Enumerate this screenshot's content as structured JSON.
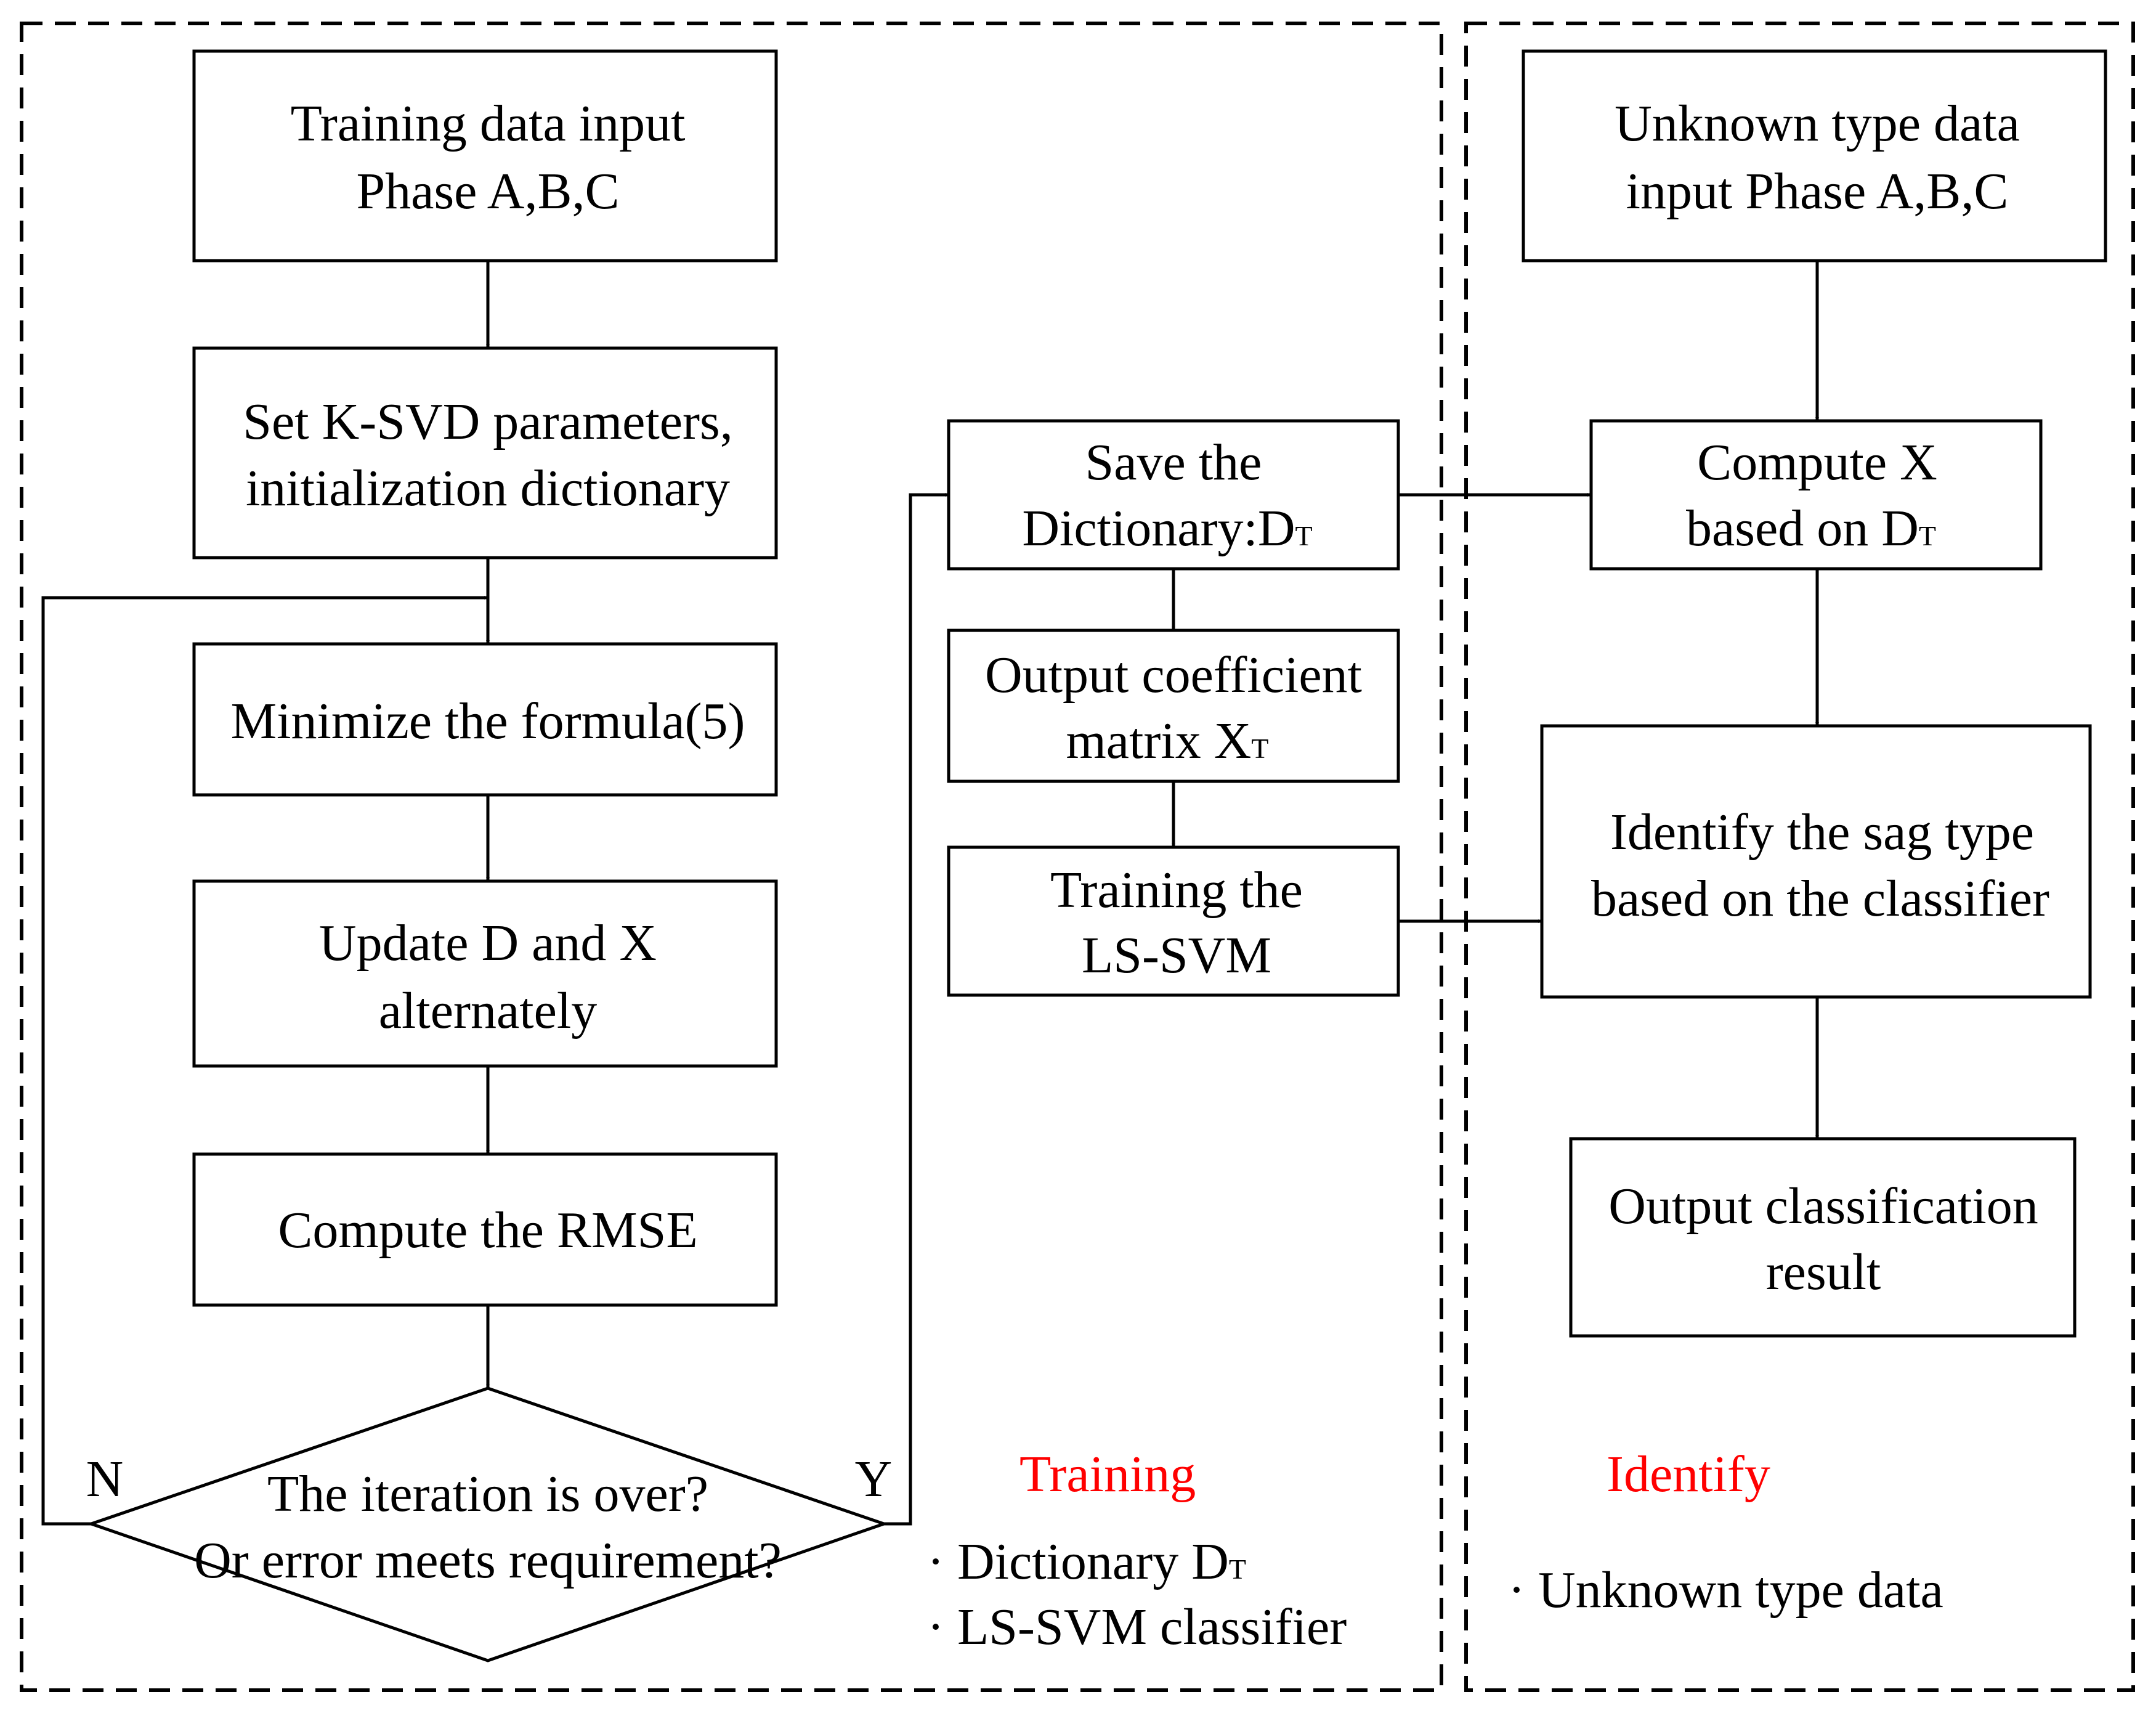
{
  "training_panel": {
    "steps": {
      "data_input": [
        "Training  data input",
        "Phase A,B,C"
      ],
      "ksvd_params": [
        "Set K-SVD parameters,",
        "initialization  dictionary"
      ],
      "minimize": [
        "Minimize the formula(5)"
      ],
      "update": [
        "Update D and X",
        "alternately"
      ],
      "rmse": [
        "Compute the RMSE"
      ],
      "decision": [
        "The iteration is over?",
        "Or error meets requirement?"
      ],
      "decision_no": "N",
      "decision_yes": "Y",
      "save_dictionary": [
        "Save the",
        "Dictionary:D",
        "T"
      ],
      "output_coefficient": [
        "Output coefficient",
        "matrix X",
        "T"
      ],
      "train_lssvm": [
        "Training the",
        "LS-SVM"
      ]
    },
    "legend": {
      "title": "Training",
      "items": [
        {
          "text": "· Dictionary D",
          "sub": "T"
        },
        {
          "text": "· LS-SVM classifier",
          "sub": ""
        }
      ]
    }
  },
  "identify_panel": {
    "steps": {
      "unknown_input": [
        "Unknown type data",
        "input Phase A,B,C"
      ],
      "compute_x": [
        "Compute X",
        "based on D",
        "T"
      ],
      "identify_sag": [
        "Identify the sag type",
        "based on the classifier"
      ],
      "output_result": [
        "Output classification",
        "result"
      ]
    },
    "legend": {
      "title": "Identify",
      "items": [
        {
          "text": "· Unknown type data",
          "sub": ""
        }
      ]
    }
  },
  "colors": {
    "legend_title": "#ff0000",
    "stroke": "#000000"
  }
}
